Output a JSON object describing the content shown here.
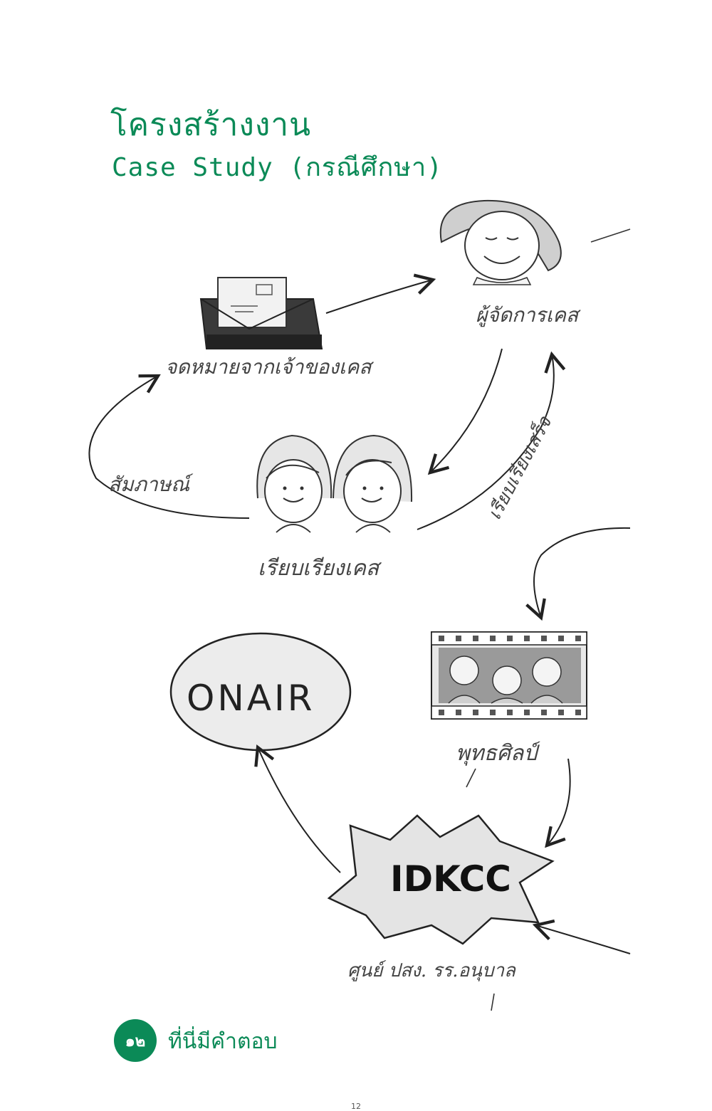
{
  "heading": {
    "line1": "โครงสร้างงาน",
    "line2": "Case Study (กรณีศึกษา)"
  },
  "diagram": {
    "labels": {
      "letter": "จดหมายจากเจ้าของเคส",
      "case_manager": "ผู้จัดการเคส",
      "compile_case": "เรียบเรียงเคส",
      "interview": "สัมภาษณ์",
      "compiled_done": "เรียบเรียงเสร็จ",
      "film": "พุทธศิลป์",
      "onair": "ONAIR",
      "idkcc": "IDKCC",
      "idkcc_caption": "ศูนย์ ปสง. รร.อนุบาล"
    }
  },
  "footer": {
    "badge": "๑๒",
    "text": "ที่นี่มีคำตอบ"
  },
  "page_number": "12"
}
